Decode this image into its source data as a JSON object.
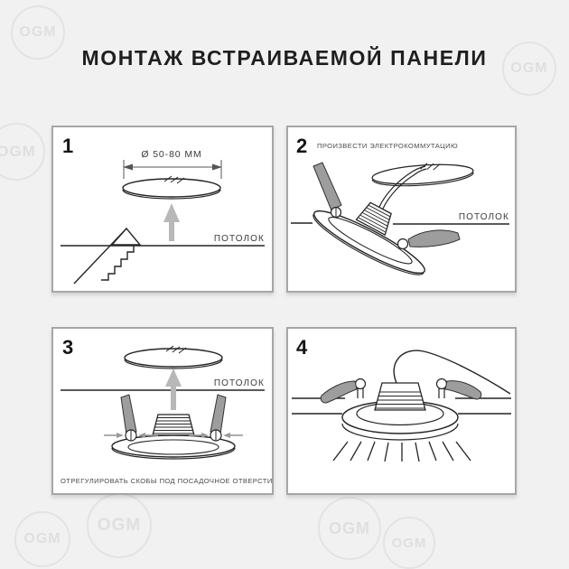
{
  "title": "МОНТАЖ ВСТРАИВАЕМОЙ ПАНЕЛИ",
  "watermark_label": "OGM",
  "colors": {
    "background": "#f1f1f1",
    "panel_background": "#ffffff",
    "panel_border": "#a6a6a6",
    "line_ink": "#242424",
    "arrow_gray": "#b8b8b8",
    "spring_gray": "#9d9d9d",
    "caption_text": "#4a4a4a"
  },
  "steps": {
    "1": {
      "number": "1",
      "diameter_label": "Ø 50-80 ММ",
      "ceiling_label": "ПОТОЛОК"
    },
    "2": {
      "number": "2",
      "caption": "ПРОИЗВЕСТИ ЭЛЕКТРОКОММУТАЦИЮ",
      "ceiling_label": "ПОТОЛОК"
    },
    "3": {
      "number": "3",
      "caption": "ОТРЕГУЛИРОВАТЬ СКОБЫ ПОД ПОСАДОЧНОЕ ОТВЕРСТИЕ",
      "ceiling_label": "ПОТОЛОК"
    },
    "4": {
      "number": "4"
    }
  }
}
